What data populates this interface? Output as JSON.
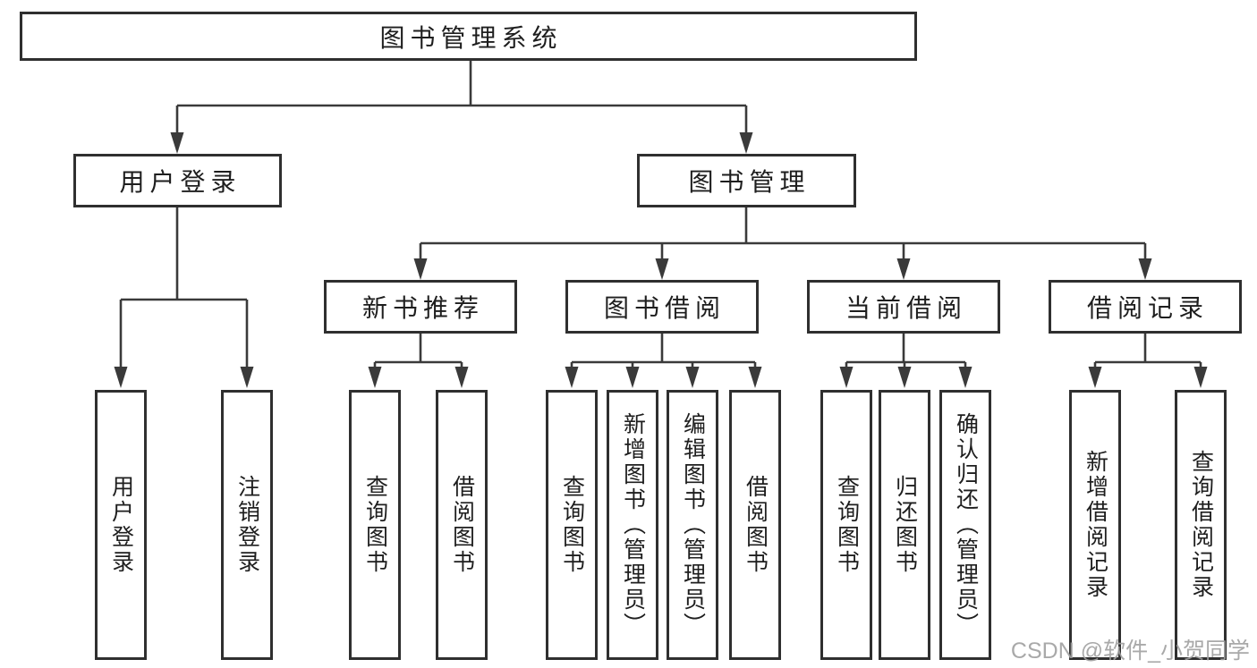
{
  "tree": {
    "root": {
      "label": "图书管理系统",
      "children": [
        {
          "label": "用户登录",
          "children": [
            {
              "label": "用户登录"
            },
            {
              "label": "注销登录"
            }
          ]
        },
        {
          "label": "图书管理",
          "children": [
            {
              "label": "新书推荐",
              "children": [
                {
                  "label": "查询图书"
                },
                {
                  "label": "借阅图书"
                }
              ]
            },
            {
              "label": "图书借阅",
              "children": [
                {
                  "label": "查询图书"
                },
                {
                  "label": "新增图书（管理员）"
                },
                {
                  "label": "编辑图书（管理员）"
                },
                {
                  "label": "借阅图书"
                }
              ]
            },
            {
              "label": "当前借阅",
              "children": [
                {
                  "label": "查询图书"
                },
                {
                  "label": "归还图书"
                },
                {
                  "label": "确认归还（管理员）"
                }
              ]
            },
            {
              "label": "借阅记录",
              "children": [
                {
                  "label": "新增借阅记录"
                },
                {
                  "label": "查询借阅记录"
                }
              ]
            }
          ]
        }
      ]
    }
  },
  "watermark": "CSDN @软件_小贺同学",
  "colors": {
    "line": "#3a3a3a",
    "box_border": "#2f2f2f",
    "box_fill": "#ffffff",
    "text": "#1e1e1e",
    "watermark": "#a0a0a0",
    "background": "#ffffff"
  }
}
